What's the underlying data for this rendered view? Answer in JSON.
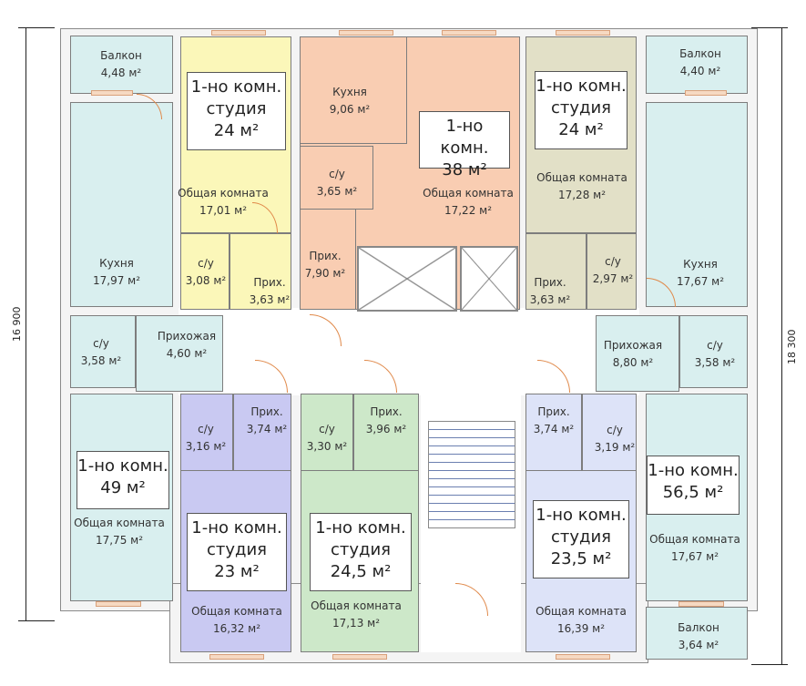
{
  "dimensions": {
    "left": "16 900",
    "right": "18 300"
  },
  "apartments": {
    "a_yellow": {
      "l1": "1-но комн.",
      "l2": "студия",
      "l3": "24 м²"
    },
    "a_orange": {
      "l1": "1-но комн.",
      "l3": "38 м²"
    },
    "a_khaki": {
      "l1": "1-но комн.",
      "l2": "студия",
      "l3": "24 м²"
    },
    "a_left": {
      "l1": "1-но комн.",
      "l3": "49 м²"
    },
    "a_right": {
      "l1": "1-но комн.",
      "l3": "56,5 м²"
    },
    "a_purple": {
      "l1": "1-но комн.",
      "l2": "студия",
      "l3": "23 м²"
    },
    "a_green": {
      "l1": "1-но комн.",
      "l2": "студия",
      "l3": "24,5 м²"
    },
    "a_lblue": {
      "l1": "1-но комн.",
      "l2": "студия",
      "l3": "23,5 м²"
    }
  },
  "rooms": {
    "balk_tl": {
      "name": "Балкон",
      "area": "4,48 м²"
    },
    "kitchen_l": {
      "name": "Кухня",
      "area": "17,97 м²"
    },
    "wc_l": {
      "name": "с/у",
      "area": "3,58 м²"
    },
    "hall_l": {
      "name": "Прихожая",
      "area": "4,60 м²"
    },
    "living_l": {
      "name": "Общая комната",
      "area": "17,75 м²"
    },
    "y_living": {
      "name": "Общая комната",
      "area": "17,01 м²"
    },
    "y_wc": {
      "name": "с/у",
      "area": "3,08 м²"
    },
    "y_hall": {
      "name": "Прих.",
      "area": "3,63 м²"
    },
    "o_kitchen": {
      "name": "Кухня",
      "area": "9,06 м²"
    },
    "o_wc": {
      "name": "с/у",
      "area": "3,65 м²"
    },
    "o_hall": {
      "name": "Прих.",
      "area": "7,90 м²"
    },
    "o_living": {
      "name": "Общая комната",
      "area": "17,22 м²"
    },
    "k_living": {
      "name": "Общая комната",
      "area": "17,28 м²"
    },
    "k_hall": {
      "name": "Прих.",
      "area": "3,63 м²"
    },
    "k_wc": {
      "name": "с/у",
      "area": "2,97 м²"
    },
    "balk_tr": {
      "name": "Балкон",
      "area": "4,40 м²"
    },
    "kitchen_r": {
      "name": "Кухня",
      "area": "17,67 м²"
    },
    "hall_r": {
      "name": "Прихожая",
      "area": "8,80 м²"
    },
    "wc_r": {
      "name": "с/у",
      "area": "3,58 м²"
    },
    "living_r": {
      "name": "Общая комната",
      "area": "17,67 м²"
    },
    "balk_br": {
      "name": "Балкон",
      "area": "3,64 м²"
    },
    "p_hall": {
      "name": "Прих.",
      "area": "3,74 м²"
    },
    "p_wc": {
      "name": "с/у",
      "area": "3,16 м²"
    },
    "p_living": {
      "name": "Общая комната",
      "area": "16,32 м²"
    },
    "g_hall": {
      "name": "Прих.",
      "area": "3,96 м²"
    },
    "g_wc": {
      "name": "с/у",
      "area": "3,30 м²"
    },
    "g_living": {
      "name": "Общая комната",
      "area": "17,13 м²"
    },
    "b_hall": {
      "name": "Прих.",
      "area": "3,74 м²"
    },
    "b_wc": {
      "name": "с/у",
      "area": "3,19 м²"
    },
    "b_living": {
      "name": "Общая комната",
      "area": "16,39 м²"
    }
  }
}
